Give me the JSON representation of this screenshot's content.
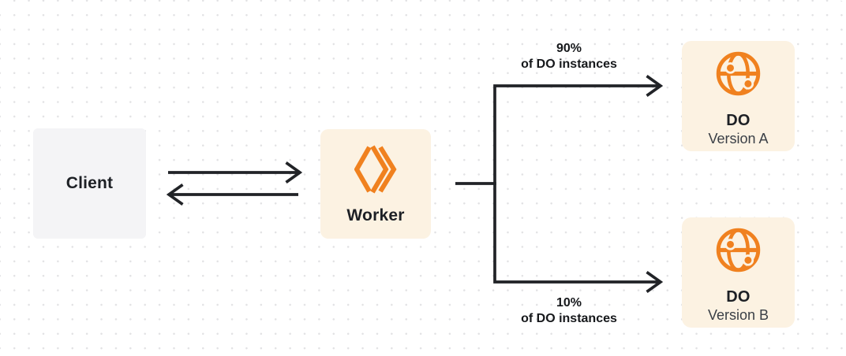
{
  "nodes": {
    "client": {
      "label": "Client"
    },
    "worker": {
      "label": "Worker",
      "icon": "cloudflare-workers-logo-icon"
    },
    "do_version_a": {
      "title": "DO",
      "subtitle": "Version A",
      "icon": "globe-icon"
    },
    "do_version_b": {
      "title": "DO",
      "subtitle": "Version B",
      "icon": "globe-icon"
    }
  },
  "edge_labels": {
    "top": {
      "percent": "90%",
      "caption": "of DO instances"
    },
    "bottom": {
      "percent": "10%",
      "caption": "of DO instances"
    }
  },
  "colors": {
    "accent_orange": "#f0811f",
    "node_cream": "#fcf2e2",
    "node_gray": "#f4f4f6",
    "arrow_dark": "#212327",
    "text_dark": "#1d2025",
    "subtitle_gray": "#3a3f46",
    "dot_grid": "#e2e2e4",
    "background": "#ffffff"
  }
}
